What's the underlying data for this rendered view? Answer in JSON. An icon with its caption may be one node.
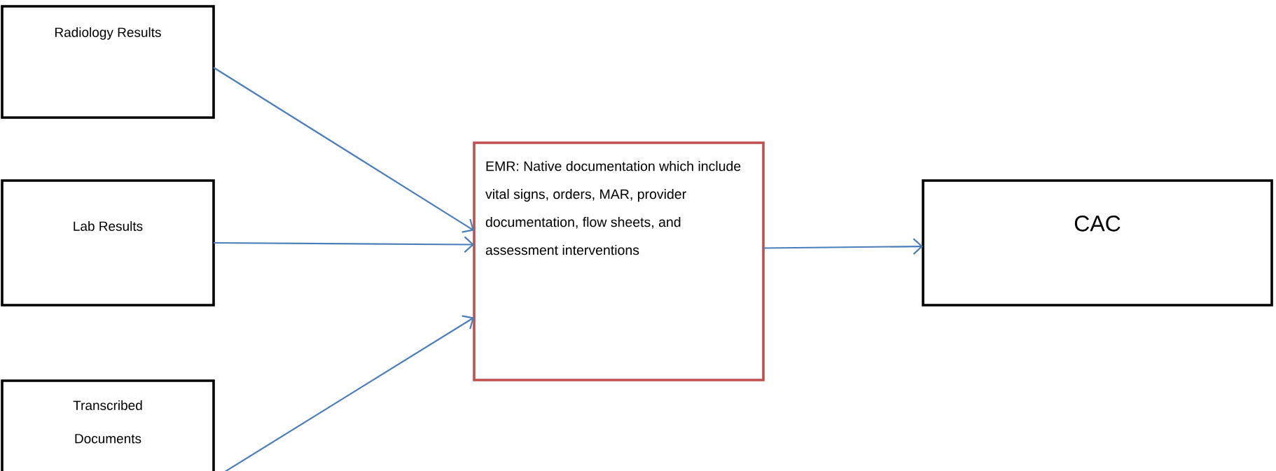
{
  "diagram": {
    "nodes": [
      {
        "text": [
          "Radiology Results"
        ]
      },
      {
        "text": [
          "Lab Results"
        ]
      },
      {
        "text": [
          "Transcribed Documents"
        ]
      },
      {
        "text": [
          "EMR:  Native documentation which include vital signs, orders, MAR, provider documentation, flow sheets, and assessment interventions"
        ]
      },
      {
        "text": [
          "CAC"
        ]
      }
    ],
    "edges": [
      {
        "from": 0,
        "to": 3,
        "arrow": "to"
      },
      {
        "from": 1,
        "to": 3,
        "arrow": "to"
      },
      {
        "from": 2,
        "to": 3,
        "arrow": "to"
      },
      {
        "from": 3,
        "to": 4,
        "arrow": "to"
      }
    ]
  }
}
